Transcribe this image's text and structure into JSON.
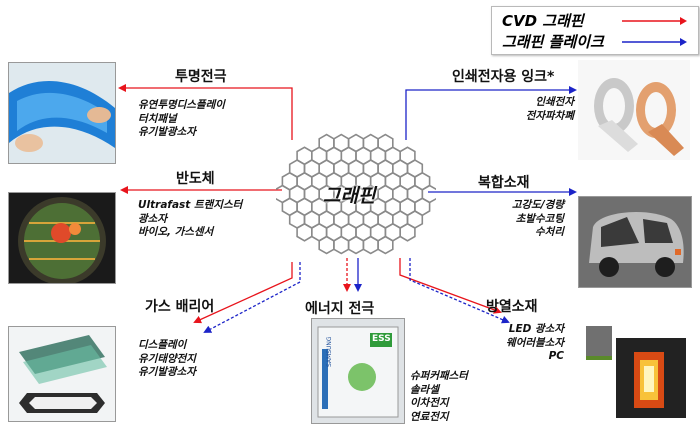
{
  "legend": {
    "cvd_label": "CVD 그래핀",
    "flake_label": "그래핀 플레이크",
    "cvd_color": "#e8141c",
    "flake_color": "#1c24c8"
  },
  "center": {
    "label": "그래핀"
  },
  "categories": {
    "transparent_electrode": {
      "title": "투명전극",
      "items": [
        "유연투명디스플레이",
        "터치패널",
        "유기발광소자"
      ]
    },
    "semiconductor": {
      "title": "반도체",
      "items": [
        "Ultrafast 트랜지스터",
        "광소자",
        "바이오, 가스센서"
      ]
    },
    "gas_barrier": {
      "title": "가스 배리어",
      "items": [
        "디스플레이",
        "유기태양전지",
        "유기발광소자"
      ]
    },
    "energy_electrode": {
      "title": "에너지 전극",
      "items": [
        "슈퍼커패스터",
        "솔라셀",
        "이차전지",
        "연료전지"
      ]
    },
    "printed_ink": {
      "title": "인쇄전자용 잉크*",
      "items": [
        "인쇄전자",
        "전자파차폐"
      ]
    },
    "composite": {
      "title": "복합소재",
      "items": [
        "고강도/경량",
        "초발수코팅",
        "수처리"
      ]
    },
    "heat_dissipation": {
      "title": "방열소재",
      "items": [
        "LED 광소자",
        "웨어러블소자",
        "PC"
      ]
    }
  },
  "photos": {
    "flexible_display": "flexible-display-photo",
    "wafer": "wafer-photo",
    "barrier_film": "barrier-film-photo",
    "ess_cabinet": "ess-cabinet-photo",
    "tape_rolls": "tape-rolls-photo",
    "concept_car": "concept-car-photo",
    "led_thermal": "led-thermal-photo"
  },
  "photo_text": {
    "ess_badge": "ESS",
    "ess_brand": "SAMSUNG"
  }
}
